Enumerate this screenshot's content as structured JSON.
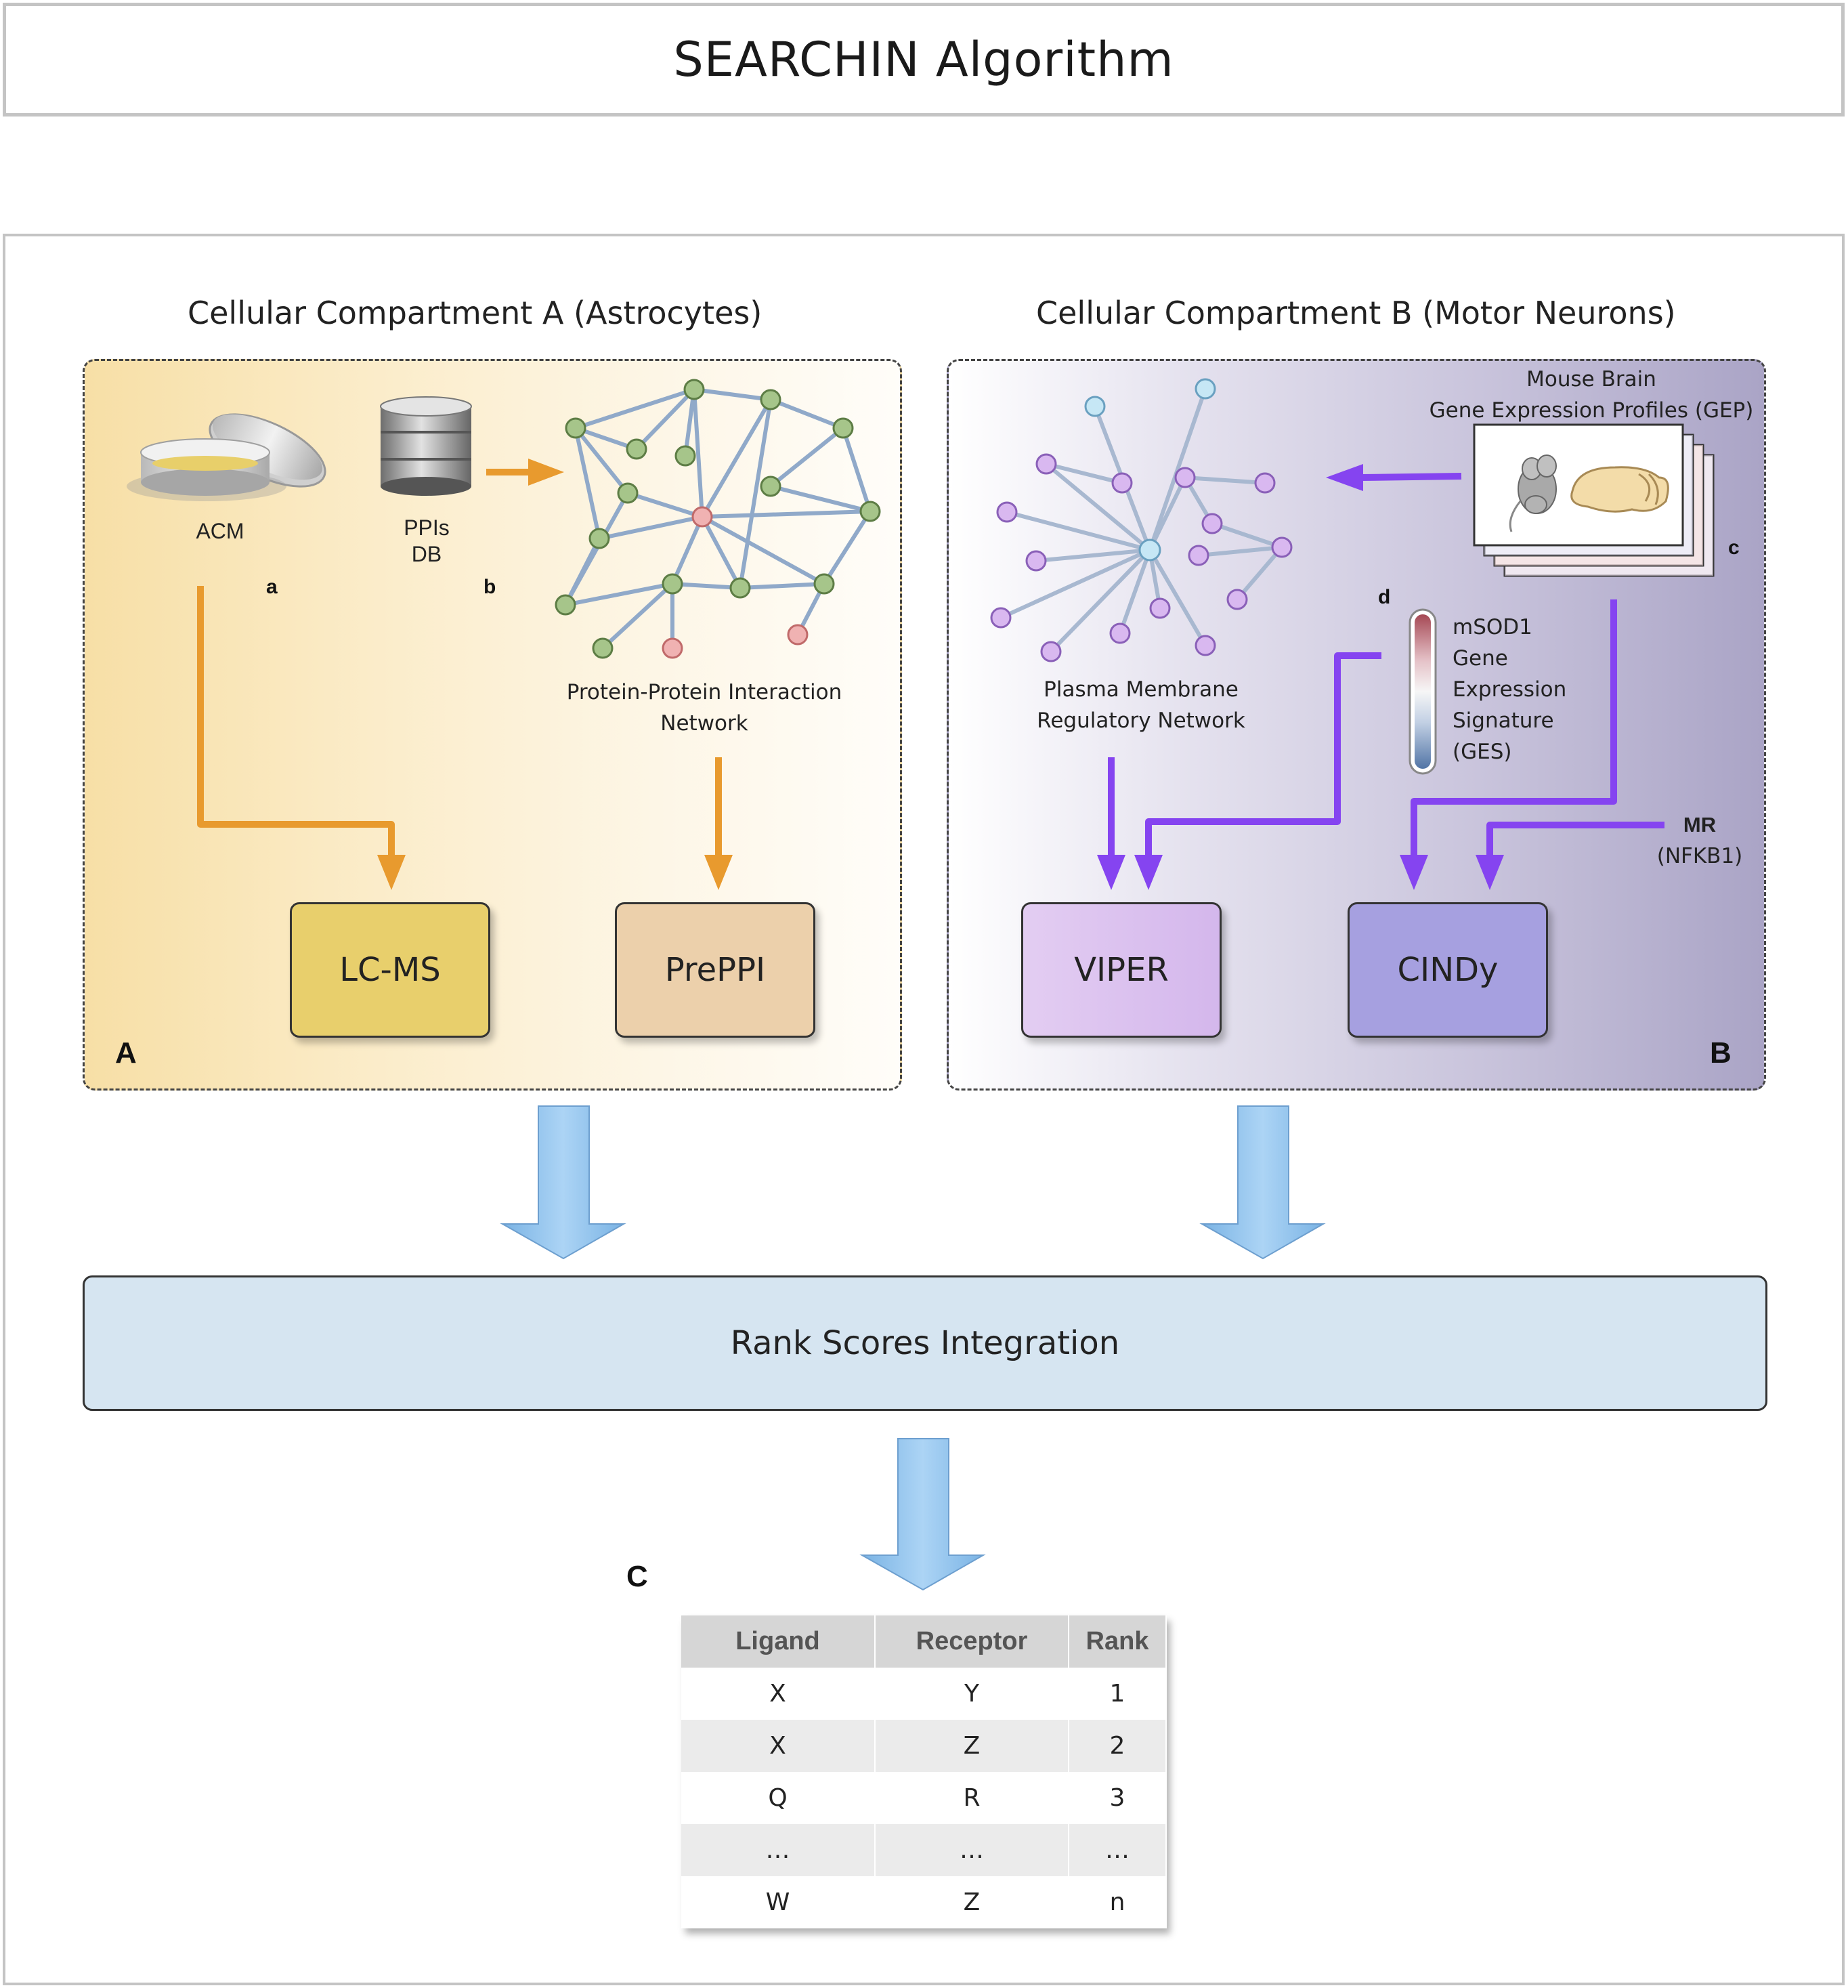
{
  "title": "SEARCHIN Algorithm",
  "compartment_a": {
    "title": "Cellular Compartment A (Astrocytes)",
    "panel_letter": "A",
    "acm_label": "ACM",
    "ppi_db_label_line1": "PPIs",
    "ppi_db_label_line2": "DB",
    "sub_a": "a",
    "sub_b": "b",
    "network_label_line1": "Protein-Protein Interaction",
    "network_label_line2": "Network",
    "method_1": "LC-MS",
    "method_2": "PrePPI"
  },
  "compartment_b": {
    "title": "Cellular Compartment B (Motor Neurons)",
    "panel_letter": "B",
    "gep_line1": "Mouse Brain",
    "gep_line2": "Gene Expression Profiles (GEP)",
    "sub_c": "c",
    "sub_d": "d",
    "ges_lines": [
      "mSOD1",
      "Gene",
      "Expression",
      "Signature",
      "(GES)"
    ],
    "network_label_line1": "Plasma Membrane",
    "network_label_line2": "Regulatory Network",
    "mr_label": "MR",
    "mr_gene": "(NFKB1)",
    "method_1": "VIPER",
    "method_2": "CINDy"
  },
  "integration_label": "Rank Scores Integration",
  "result": {
    "panel_letter": "C",
    "headers": [
      "Ligand",
      "Receptor",
      "Rank"
    ],
    "rows": [
      [
        "X",
        "Y",
        "1"
      ],
      [
        "X",
        "Z",
        "2"
      ],
      [
        "Q",
        "R",
        "3"
      ],
      [
        "…",
        "…",
        "…"
      ],
      [
        "W",
        "Z",
        "n"
      ]
    ]
  },
  "colors": {
    "orange_arrow": "#e89a2e",
    "purple_arrow": "#8544f0",
    "blue_arrow": "#8cc2ee",
    "green_node": "#a6c58a",
    "pink_node": "#f0b2b2",
    "violet_node": "#d9b8f0",
    "cyan_node": "#c6e7f5"
  }
}
